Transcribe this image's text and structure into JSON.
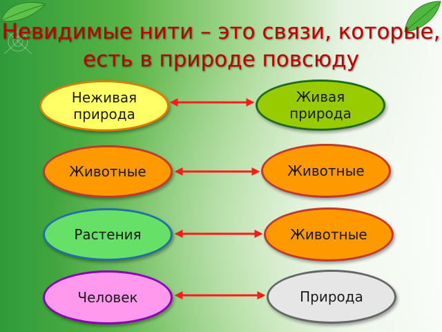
{
  "title": "Невидимые нити – это связи, которые, есть в природе повсюду",
  "pairs": [
    {
      "left": {
        "label": "Неживая природа",
        "fill": "#ffff66",
        "border": "#e07b00"
      },
      "right": {
        "label": "Живая природа",
        "fill": "#99cc00",
        "border": "#1d6b1d"
      }
    },
    {
      "left": {
        "label": "Животные",
        "fill": "#ff9900",
        "border": "#c0392b"
      },
      "right": {
        "label": "Животные",
        "fill": "#ff9900",
        "border": "#c0392b"
      }
    },
    {
      "left": {
        "label": "Растения",
        "fill": "#66e066",
        "border": "#1f6fa8"
      },
      "right": {
        "label": "Животные",
        "fill": "#ff9900",
        "border": "#c0392b"
      }
    },
    {
      "left": {
        "label": "Человек",
        "fill": "#ff99ee",
        "border": "#8a00b8"
      },
      "right": {
        "label": "Природа",
        "fill": "#e6e6e6",
        "border": "#666666"
      }
    }
  ],
  "arrow_color": "#ff1a1a"
}
